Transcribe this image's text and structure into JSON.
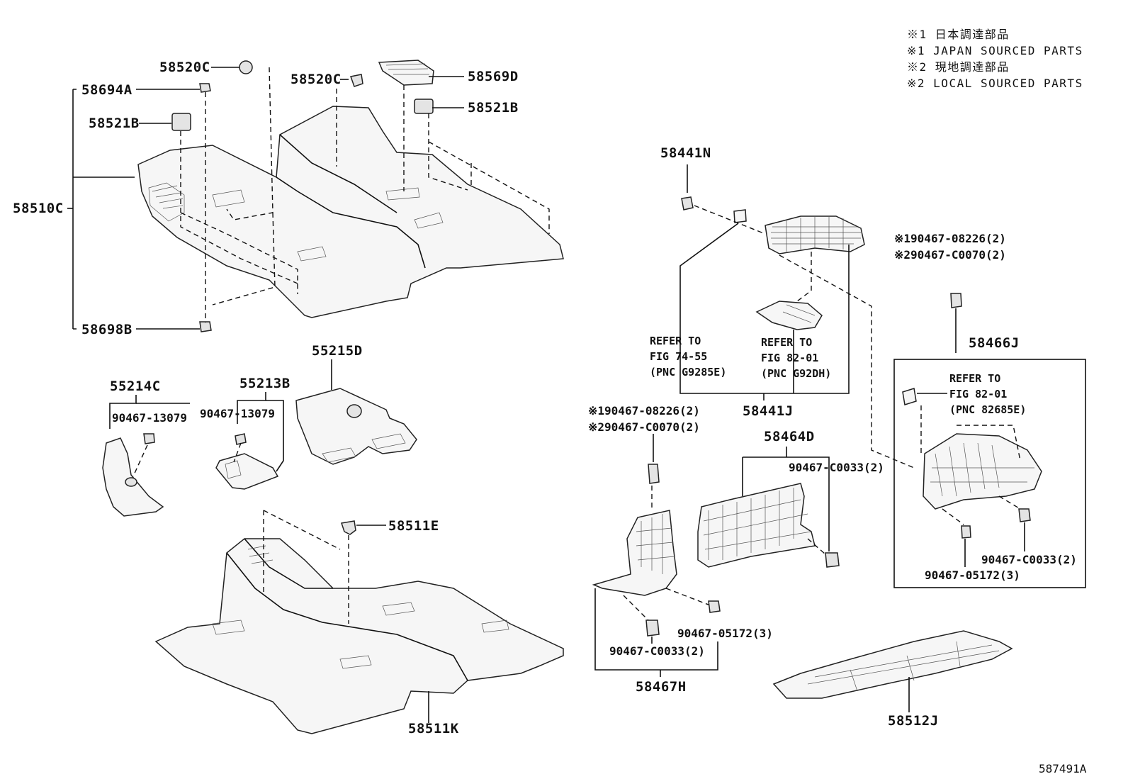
{
  "legend": [
    "※1 日本調達部品",
    "※1 JAPAN SOURCED PARTS",
    "※2 現地調達部品",
    "※2 LOCAL SOURCED PARTS"
  ],
  "parts": {
    "p58520C_a": "58520C",
    "p58520C_b": "58520C",
    "p58569D": "58569D",
    "p58694A": "58694A",
    "p58521B_a": "58521B",
    "p58521B_b": "58521B",
    "p58510C": "58510C",
    "p58698B": "58698B",
    "p55215D": "55215D",
    "p55214C": "55214C",
    "p55213B": "55213B",
    "p90467_13079_a": "90467-13079",
    "p90467_13079_b": "90467-13079",
    "p58511E": "58511E",
    "p58511K": "58511K",
    "p58441N": "58441N",
    "p58441J": "58441J",
    "p58464D": "58464D",
    "p90467_C0033_a": "90467-C0033(2)",
    "p90467_C0033_b": "90467-C0033(2)",
    "p90467_C0033_c": "90467-C0033(2)",
    "p90467_05172_a": "90467-05172(3)",
    "p90467_05172_b": "90467-05172(3)",
    "p58467H": "58467H",
    "p58466J": "58466J",
    "p58512J": "58512J",
    "s1_08226_a": "※190467-08226(2)",
    "s2_C0070_a": "※290467-C0070(2)",
    "s1_08226_b": "※190467-08226(2)",
    "s2_C0070_b": "※290467-C0070(2)"
  },
  "refs": {
    "ref1": [
      "REFER TO",
      "FIG 74-55",
      "(PNC G9285E)"
    ],
    "ref2": [
      "REFER TO",
      "FIG 82-01",
      "(PNC G92DH)"
    ],
    "ref3": [
      "REFER TO",
      "FIG 82-01",
      "(PNC 82685E)"
    ]
  },
  "diagram_code": "587491A"
}
